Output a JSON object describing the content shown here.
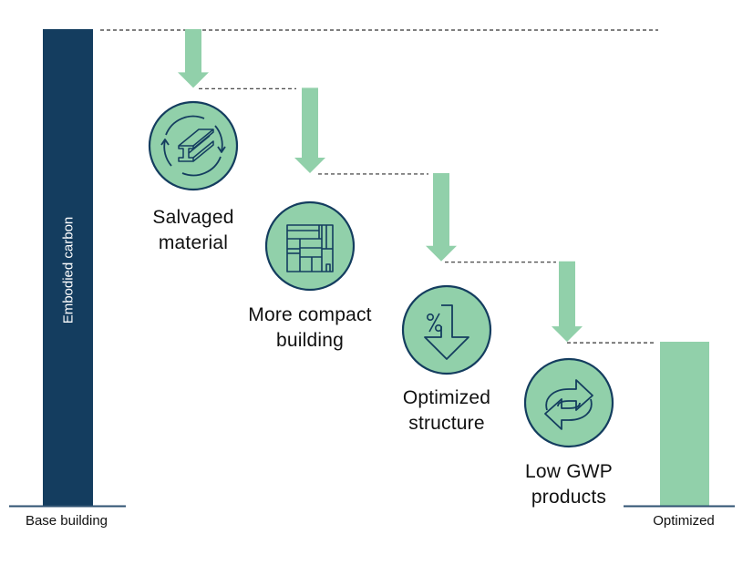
{
  "colors": {
    "base_bar": "#143D5F",
    "optimized_bar": "#91D0AA",
    "arrow": "#91D0AA",
    "icon_fill": "#91D0AA",
    "icon_stroke": "#143D5F",
    "baseline": "#2F5272",
    "dotted_line": "#333333",
    "text": "#111111"
  },
  "base_bar": {
    "axis_label": "Base building",
    "inner_label": "Embodied carbon",
    "relative_value": 1.0
  },
  "optimized_bar": {
    "axis_label": "Optimized",
    "relative_value": 0.34
  },
  "steps": [
    {
      "label_line1": "Salvaged",
      "label_line2": "material",
      "icon": "recycled-steel-beam-icon",
      "level_after": 0.877
    },
    {
      "label_line1": "More compact",
      "label_line2": "building",
      "icon": "floor-plan-icon",
      "level_after": 0.698
    },
    {
      "label_line1": "Optimized",
      "label_line2": "structure",
      "icon": "percent-down-arrow-icon",
      "level_after": 0.513
    },
    {
      "label_line1": "Low GWP",
      "label_line2": "products",
      "icon": "exchange-arrows-icon",
      "level_after": 0.344
    }
  ]
}
